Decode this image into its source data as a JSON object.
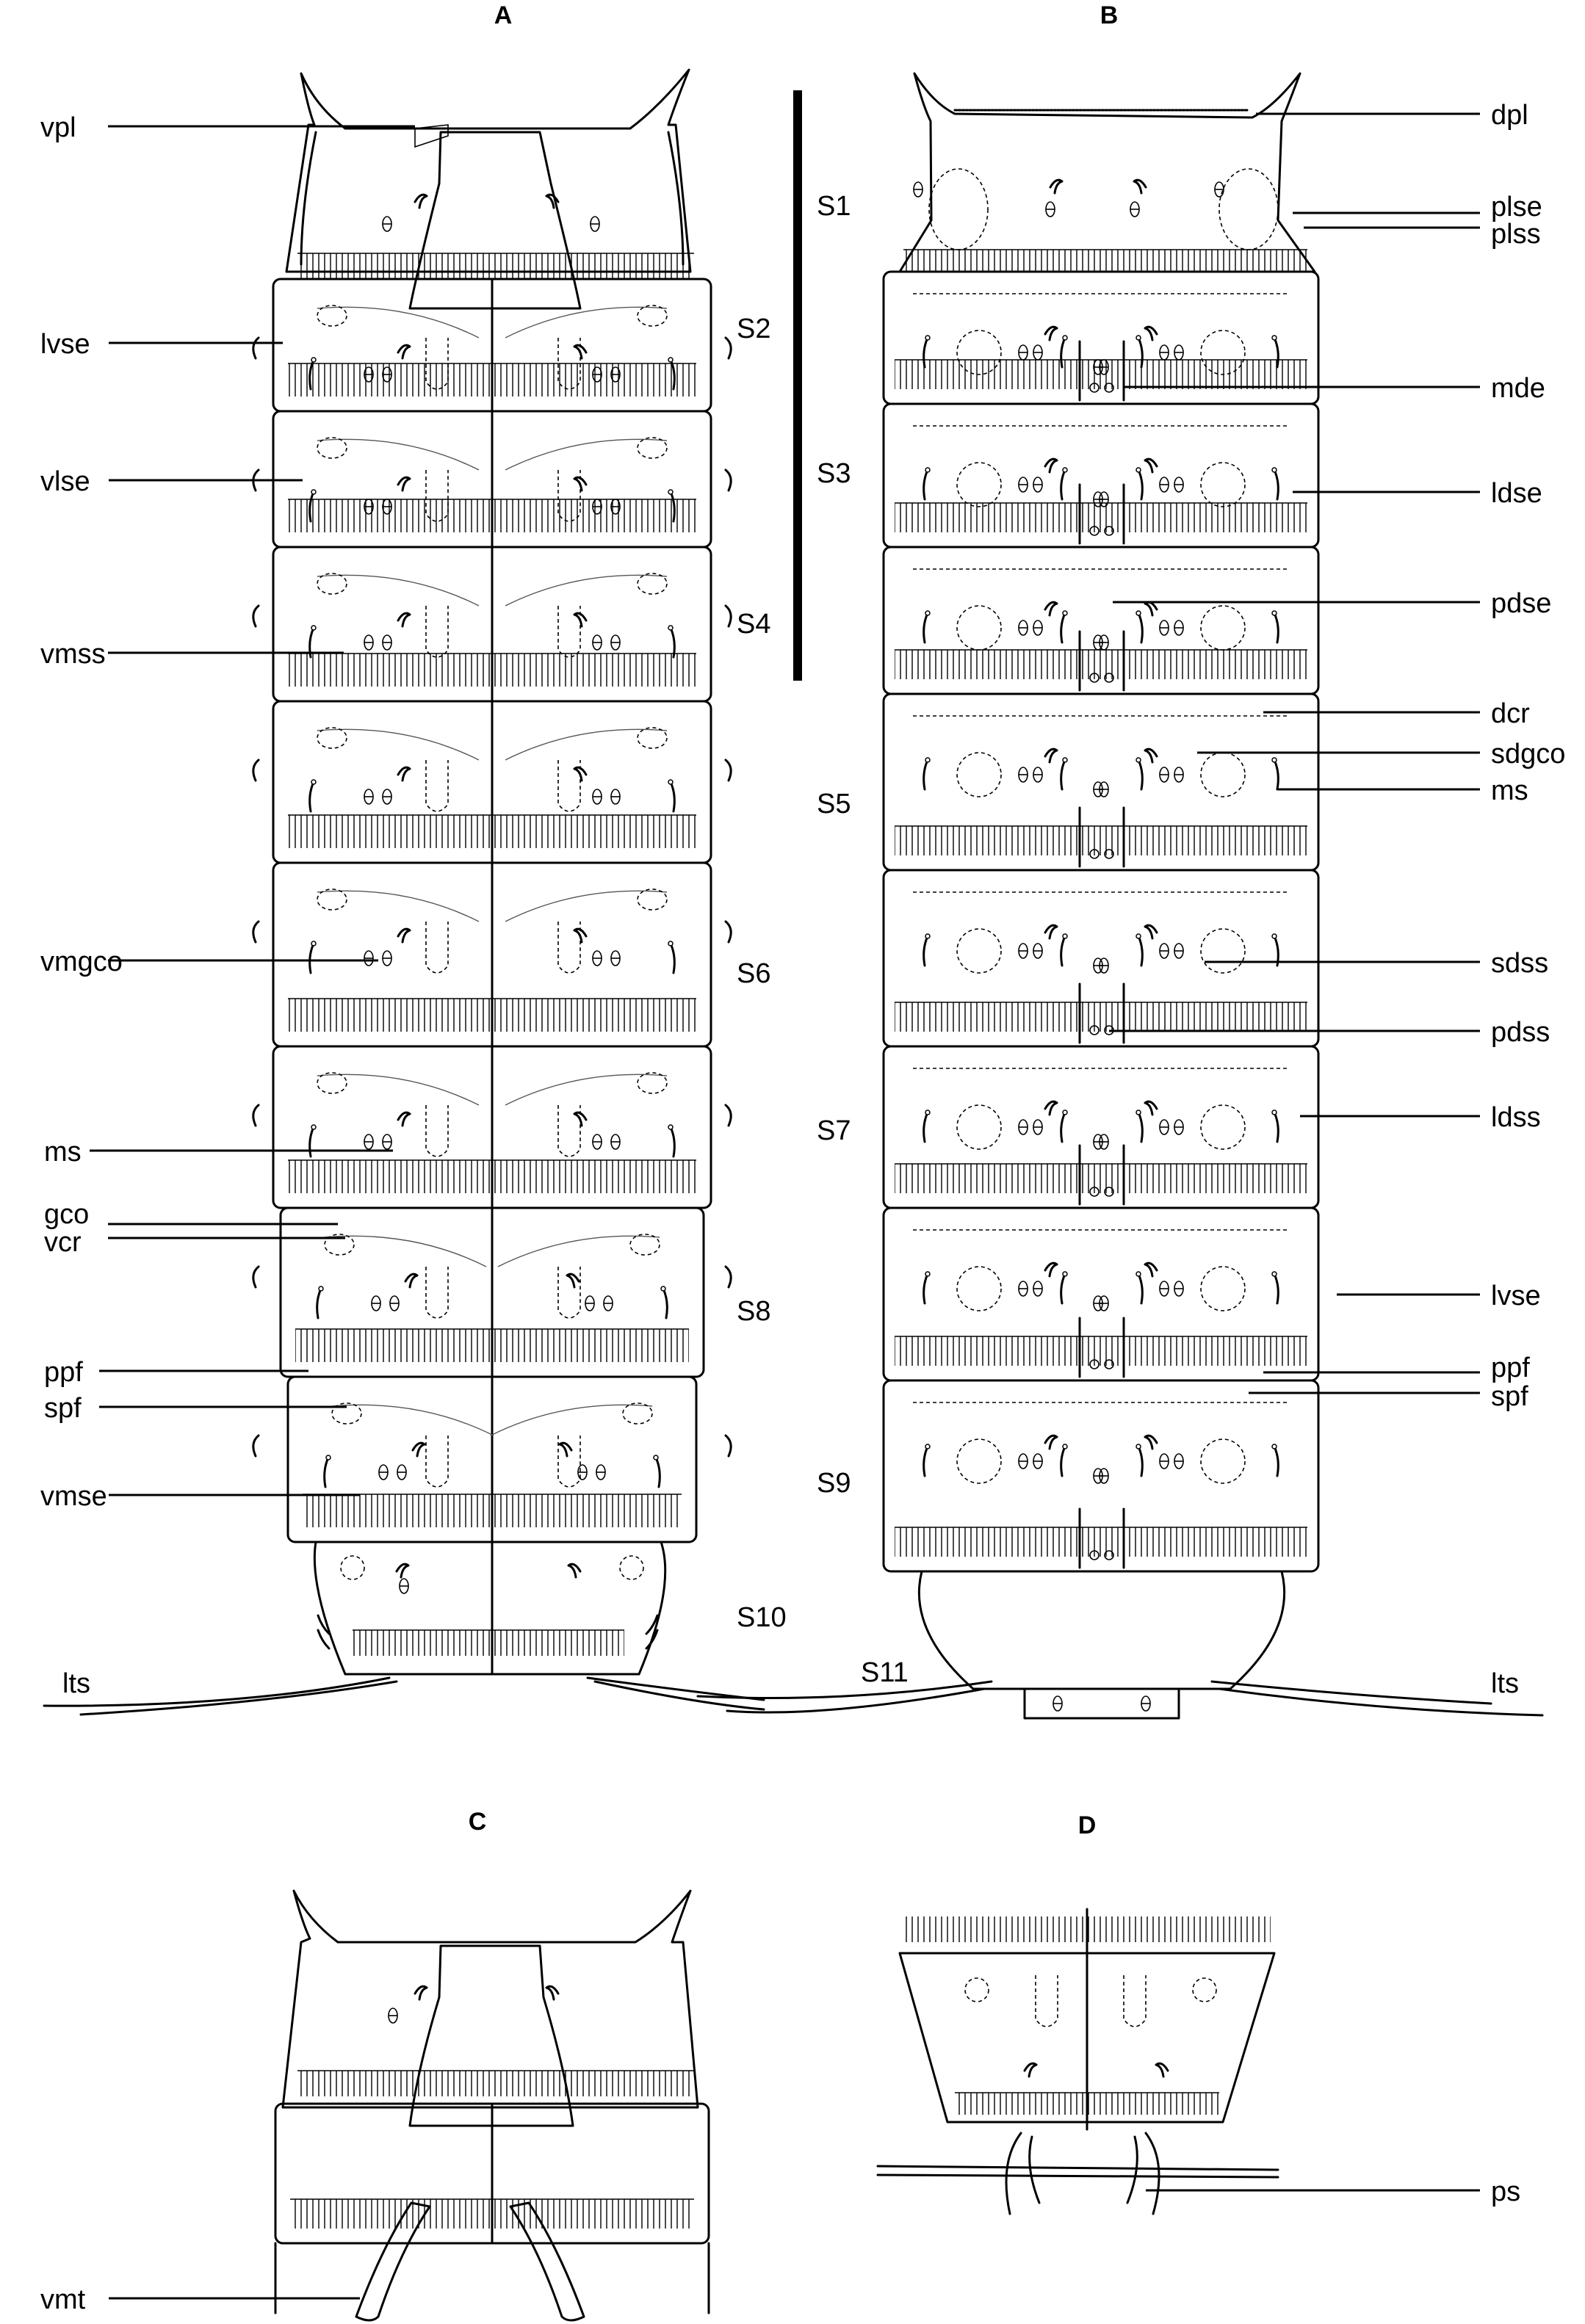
{
  "panels": [
    {
      "key": "A",
      "label": "A"
    },
    {
      "key": "B",
      "label": "B"
    },
    {
      "key": "C",
      "label": "C"
    },
    {
      "key": "D",
      "label": "D"
    }
  ],
  "segments_left": [
    "S2",
    "S4",
    "S6",
    "S8",
    "S10"
  ],
  "segments_right": [
    "S1",
    "S3",
    "S5",
    "S7",
    "S9",
    "S11"
  ],
  "labels_A": [
    "vpl",
    "lvse",
    "vlse",
    "vmss",
    "vmgco",
    "ms",
    "gco",
    "vcr",
    "ppf",
    "spf",
    "vmse",
    "lts"
  ],
  "labels_B": [
    "dpl",
    "plse",
    "plss",
    "mde",
    "ldse",
    "pdse",
    "dcr",
    "sdgco",
    "ms",
    "sdss",
    "pdss",
    "ldss",
    "lvse",
    "ppf",
    "spf",
    "lts"
  ],
  "labels_C": [
    "vmt"
  ],
  "labels_D": [
    "ps"
  ]
}
